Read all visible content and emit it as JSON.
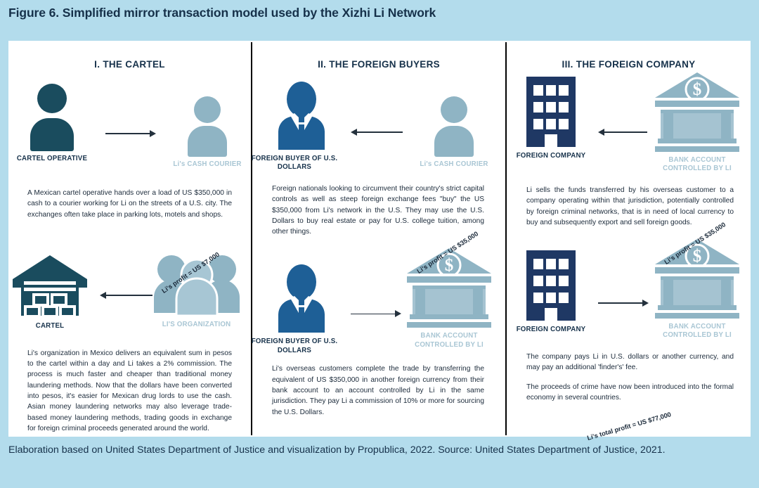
{
  "title": "Figure 6. Simplified mirror transaction model used by the Xizhi Li Network",
  "footer": "Elaboration based on United States Department of Justice and visualization by Propublica, 2022. Source: United States Department of Justice, 2021.",
  "colors": {
    "page_background": "#b3dcec",
    "panel": "#ffffff",
    "dark_teal": "#1a4c5e",
    "light_blue": "#8fb4c4",
    "suit_blue": "#1e5f96",
    "navy": "#1f3864",
    "title": "#16314a"
  },
  "columns": [
    {
      "heading": "I. THE CARTEL",
      "scene_top": {
        "left_label": "CARTEL OPERATIVE",
        "left_icon": "person-icon",
        "right_label": "Li's CASH COURIER",
        "right_icon": "person-icon",
        "arrow": "arrow-right"
      },
      "paragraphs_top": [
        "A Mexican cartel operative hands over a load of US $350,000 in cash to a courier working for Li on the streets of a U.S. city. The exchanges often take place in parking lots, motels and shops."
      ],
      "scene_bottom": {
        "left_label": "CARTEL",
        "left_icon": "warehouse-icon",
        "right_label": "LI'S ORGANIZATION",
        "right_icon": "people-group-icon",
        "arrow": "arrow-left"
      },
      "profit_label": "Li's profit = US $7,000",
      "paragraphs_bottom": [
        "Li's organization in Mexico delivers an equivalent sum in pesos to the cartel within a day and Li takes a 2% commission. The process is much faster and cheaper than traditional money laundering methods. Now that the dollars have been converted into pesos, it's easier for Mexican drug lords to use the cash. Asian money laundering networks may also leverage trade-based money laundering methods, trading goods in exchange for foreign criminal proceeds generated around the world."
      ]
    },
    {
      "heading": "II. THE FOREIGN BUYERS",
      "scene_top": {
        "left_label": "FOREIGN BUYER OF U.S. DOLLARS",
        "left_icon": "businessperson-icon",
        "right_label": "Li's CASH COURIER",
        "right_icon": "person-icon",
        "arrow": "arrow-left"
      },
      "paragraphs_top": [
        "Foreign nationals looking to circumvent their country's strict capital controls as well as steep foreign exchange fees \"buy\" the US $350,000 from Li's network in the U.S. They may use the U.S. Dollars to buy real estate or pay for U.S. college tuition, among other things."
      ],
      "scene_bottom": {
        "left_label": "FOREIGN BUYER OF U.S. DOLLARS",
        "left_icon": "businessperson-icon",
        "right_label": "BANK ACCOUNT CONTROLLED BY LI",
        "right_icon": "bank-icon",
        "arrow": "arrow-right"
      },
      "profit_label": "Li's profit = US $35,000",
      "paragraphs_bottom": [
        "Li's overseas customers complete the trade by transferring the equivalent of US $350,000 in another foreign currency from their bank account to an account controlled by Li in the same jurisdiction. They pay Li a commission of 10% or more for sourcing the U.S. Dollars."
      ]
    },
    {
      "heading": "III. THE FOREIGN COMPANY",
      "scene_top": {
        "left_label": "FOREIGN COMPANY",
        "left_icon": "office-building-icon",
        "right_label": "BANK ACCOUNT CONTROLLED BY LI",
        "right_icon": "bank-icon",
        "arrow": "arrow-left"
      },
      "paragraphs_top": [
        "Li sells the funds transferred by his overseas customer to a company operating within that jurisdiction, potentially controlled by foreign criminal networks, that is in need of local currency to buy and subsequently export and sell foreign goods."
      ],
      "scene_bottom": {
        "left_label": "FOREIGN COMPANY",
        "left_icon": "office-building-icon",
        "right_label": "BANK ACCOUNT CONTROLLED BY LI",
        "right_icon": "bank-icon",
        "arrow": "arrow-right"
      },
      "profit_label": "Li's profit = US $35,000",
      "total_profit_label": "Li's total profit = US $77,000",
      "paragraphs_bottom": [
        "The company pays Li in U.S. dollars or another currency, and may pay an additional 'finder's' fee.",
        "The proceeds of crime have now been introduced into the formal economy in several countries."
      ]
    }
  ]
}
